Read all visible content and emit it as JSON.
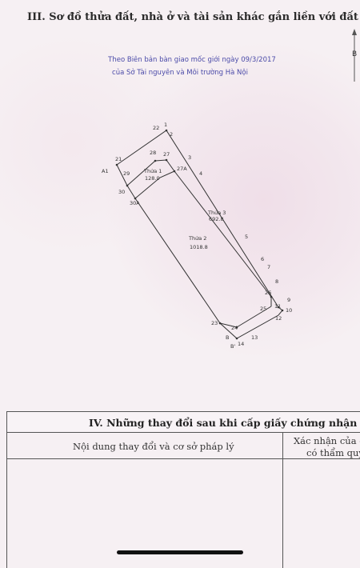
{
  "section": {
    "title": "III. Sơ đồ thửa đất, nhà ở và tài sản khác gắn liền với đất",
    "caption_line1": "Theo Biên bản bàn giao mốc giới ngày 09/3/2017",
    "caption_line2": "của Sở Tài nguyên và Môi trường Hà Nội",
    "north_letter": "B"
  },
  "map": {
    "points": {
      "p1": "1",
      "p2": "2",
      "p3": "3",
      "p4": "4",
      "p5": "5",
      "p6": "6",
      "p7": "7",
      "p8": "8",
      "p9": "9",
      "p10": "10",
      "p11": "11",
      "p12": "12",
      "p13": "13",
      "p14": "14",
      "p21": "21",
      "p22": "22",
      "p23": "23",
      "p24": "24",
      "p25": "25",
      "p26": "26",
      "p27": "27",
      "p27a": "27A",
      "p28": "28",
      "p29": "29",
      "p30": "30",
      "p30a": "30A",
      "pA1": "A1",
      "pB": "B",
      "pB2": "B'"
    },
    "parcels": [
      {
        "name": "Thửa 1",
        "area": "128.0"
      },
      {
        "name": "Thửa 2",
        "area": "1018.8"
      },
      {
        "name": "Thửa 3",
        "area": "692.8"
      }
    ]
  },
  "table": {
    "title": "IV. Những thay đổi sau khi cấp giấy chứng nhận",
    "col1_header": "Nội dung thay đổi và cơ sở pháp lý",
    "col2_header_line1": "Xác nhận của cơ",
    "col2_header_line2": "có thẩm quyề"
  }
}
